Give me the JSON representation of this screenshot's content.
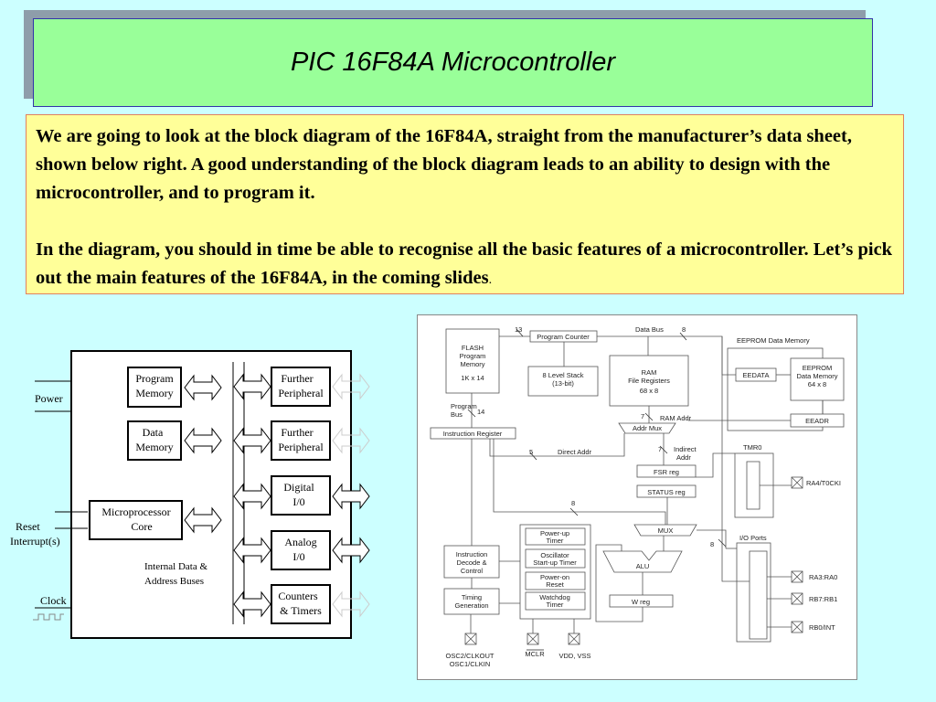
{
  "title": "PIC 16F84A Microcontroller",
  "intro": {
    "para1": "We are going to look at the block diagram of the 16F84A, straight from the manufacturer’s data sheet, shown below right. A good understanding of the block diagram leads to an ability to design with the microcontroller, and to program it.",
    "para2_main": "In the diagram, you should in time be able to recognise all the basic features of a microcontroller. Let’s pick out the main features of the 16F84A, in the coming slides",
    "para2_end": "."
  },
  "simple_diagram": {
    "power": "Power",
    "reset": "Reset",
    "interrupt": "Interrupt(s)",
    "clock": "Clock",
    "program_memory": [
      "Program",
      "Memory"
    ],
    "data_memory": [
      "Data",
      "Memory"
    ],
    "cpu": [
      "Microprocessor",
      "Core"
    ],
    "further1": [
      "Further",
      "Peripheral"
    ],
    "further2": [
      "Further",
      "Peripheral"
    ],
    "digital": [
      "Digital",
      "I/0"
    ],
    "analog": [
      "Analog",
      "I/0"
    ],
    "counters": [
      "Counters",
      "& Timers"
    ],
    "buses": [
      "Internal Data &",
      "Address Buses"
    ]
  },
  "datasheet": {
    "data_bus": "Data Bus",
    "n8a": "8",
    "n13": "13",
    "program_counter": "Program Counter",
    "eeprom_data_memory": "EEPROM Data Memory",
    "flash": [
      "FLASH",
      "Program",
      "Memory"
    ],
    "flash_size": "1K x 14",
    "stack": [
      "8 Level Stack",
      "(13-bit)"
    ],
    "ram": [
      "RAM",
      "File Registers"
    ],
    "ram_size": "68 x 8",
    "eedata": "EEDATA",
    "eeprom_block": [
      "EEPROM",
      "Data Memory",
      "64 x 8"
    ],
    "program_bus": [
      "Program",
      "Bus"
    ],
    "n14": "14",
    "ram_addr": "RAM Addr",
    "n7a": "7",
    "addr_mux": "Addr Mux",
    "eeadr": "EEADR",
    "instruction_register": "Instruction Register",
    "n5": "5",
    "direct_addr": "Direct Addr",
    "n7b": "7",
    "indirect_addr": [
      "Indirect",
      "Addr"
    ],
    "tmr0": "TMR0",
    "fsr": "FSR reg",
    "status": "STATUS reg",
    "ra4": "RA4/T0CKI",
    "n8b": "8",
    "mux": "MUX",
    "io_ports": "I/O Ports",
    "n8c": "8",
    "power_up": [
      "Power-up",
      "Timer"
    ],
    "osc_startup": [
      "Oscillator",
      "Start-up Timer"
    ],
    "power_on": [
      "Power-on",
      "Reset"
    ],
    "watchdog": [
      "Watchdog",
      "Timer"
    ],
    "instr_decode": [
      "Instruction",
      "Decode &",
      "Control"
    ],
    "alu": "ALU",
    "ra3": "RA3:RA0",
    "timing": [
      "Timing",
      "Generation"
    ],
    "w_reg": "W reg",
    "rb7": "RB7:RB1",
    "rb0": "RB0/INT",
    "osc_pins": [
      "OSC2/CLKOUT",
      "OSC1/CLKIN"
    ],
    "mclr": "MCLR",
    "vdd": "VDD, VSS"
  }
}
